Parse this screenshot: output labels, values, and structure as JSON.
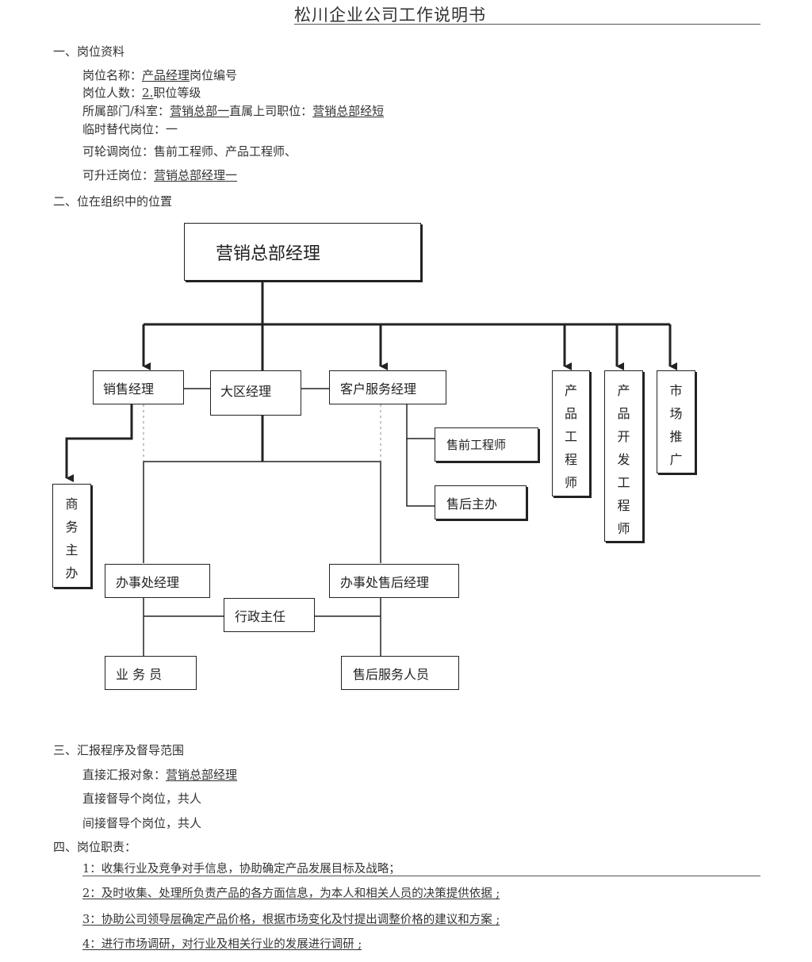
{
  "title": "松川企业公司工作说明书",
  "section1": {
    "heading": "一、岗位资料",
    "post_name_label": "岗位名称：",
    "post_name_value": "产品经理",
    "post_code_label": "岗位编号",
    "headcount_label": "岗位人数：",
    "headcount_value": "2.",
    "grade_label": "职位等级",
    "dept_label": "所属部门/科室：",
    "dept_value": "营销总部一",
    "superior_label": "直属上司职位：",
    "superior_value": "营销总部经短",
    "substitute_label": "临时替代岗位：",
    "substitute_value": "一",
    "rotation_label": "可轮调岗位：",
    "rotation_value": "售前工程师、产品工程师、",
    "promotion_label": "可升迁岗位：",
    "promotion_value": "营销总部经理一"
  },
  "section2": {
    "heading": "二、位在组织中的位置",
    "org": {
      "top": "营销总部经理",
      "sales_manager": "销售经理",
      "region_manager": "大区经理",
      "cs_manager": "客户服务经理",
      "product_engineer": [
        "产",
        "品",
        "工",
        "程",
        "师"
      ],
      "product_dev_engineer": [
        "产",
        "品",
        "开",
        "发",
        "工",
        "程",
        "师"
      ],
      "marketing": [
        "市",
        "场",
        "推",
        "广"
      ],
      "business_assistant": [
        "商",
        "务",
        "主",
        "办"
      ],
      "presales_engineer": "售前工程师",
      "aftersales_officer": "售后主办",
      "office_manager": "办事处经理",
      "office_aftersales_manager": "办事处售后经理",
      "admin_director": "行政主任",
      "salesperson": "业 务 员",
      "aftersales_staff": "售后服务人员"
    }
  },
  "section3": {
    "heading": "三、汇报程序及督导范围",
    "direct_report_label": "直接汇报对象：",
    "direct_report_value": "营销总部经理",
    "direct_supervise": "直接督导个岗位，共人",
    "indirect_supervise": "间接督导个岗位，共人"
  },
  "section4": {
    "heading": "四、岗位职责：",
    "duties": [
      "1：收集行业及竞争对手信息，协助确定产品发展目标及战略；",
      "2：及时收集、处理所负责产品的各方面信息，为本人和相关人员的决策提供依据 ;",
      "3：协助公司领导层确定产品价格，根据市场变化及忖提出调整价格的建议和方案 ;",
      "4：进行市场调研，对行业及相关行业的发展进行调研 ;"
    ]
  }
}
